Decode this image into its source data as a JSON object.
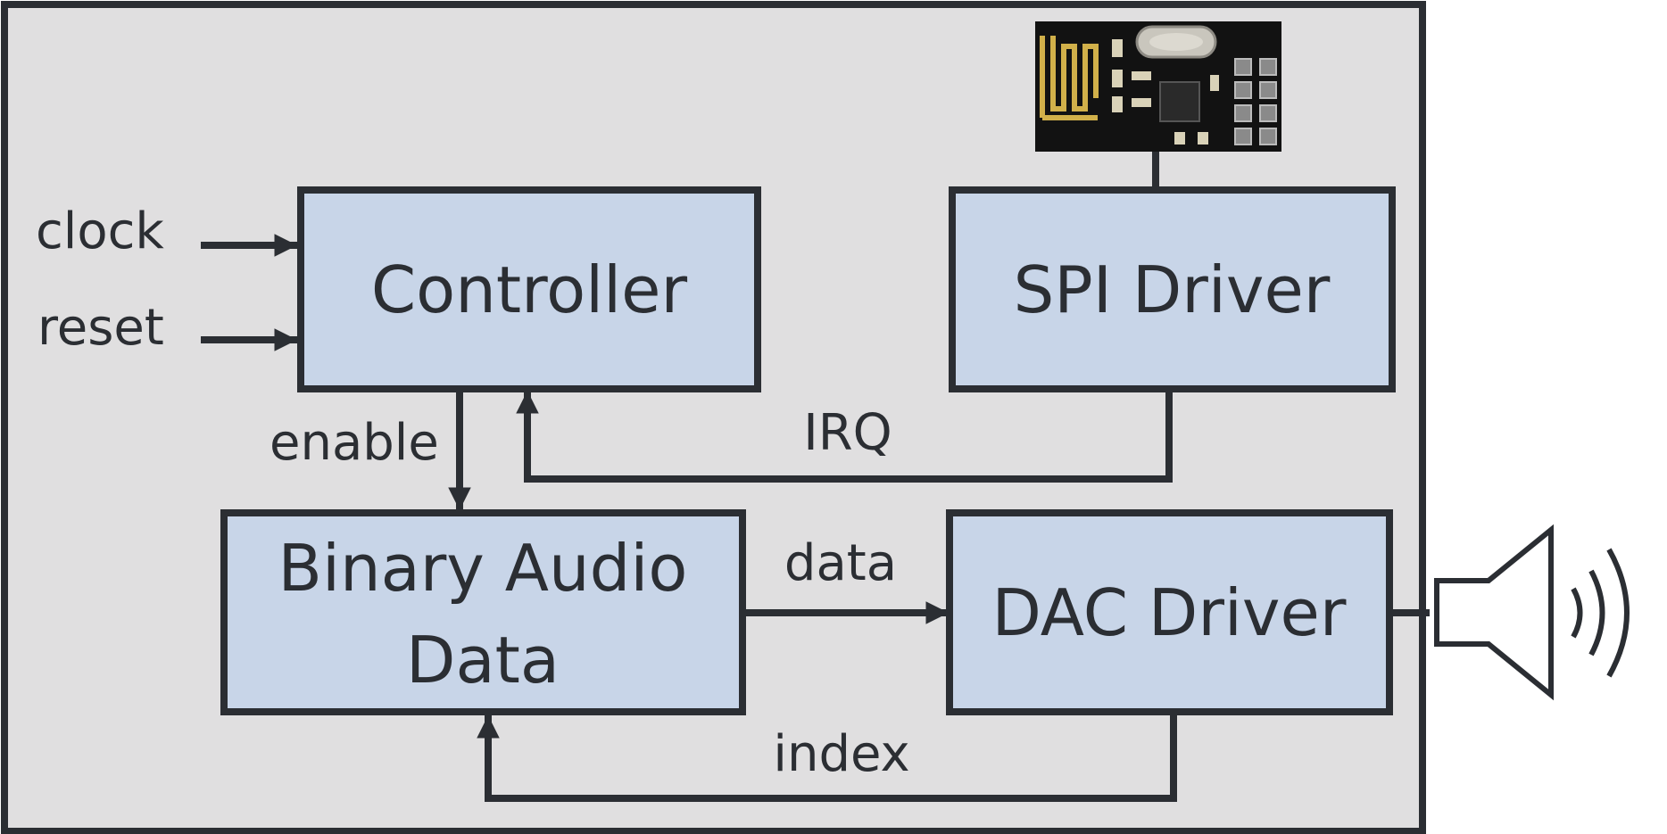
{
  "colors": {
    "canvas_fill": "#e0dfe0",
    "box_fill": "#c8d5e8",
    "stroke": "#2b2e33"
  },
  "blocks": {
    "controller": "Controller",
    "spi_driver": "SPI Driver",
    "binary_audio_data": [
      "Binary Audio",
      "Data"
    ],
    "dac_driver": "DAC Driver"
  },
  "signals": {
    "clock": "clock",
    "reset": "reset",
    "enable": "enable",
    "irq": "IRQ",
    "data": "data",
    "index": "index"
  },
  "icons": {
    "radio_module": "nrf24-radio-module-icon",
    "speaker": "speaker-icon"
  }
}
